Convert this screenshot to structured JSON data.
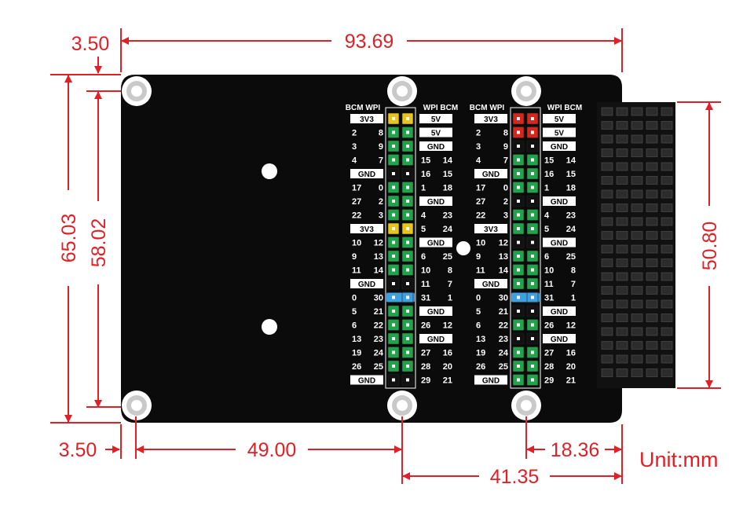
{
  "dimensions": {
    "top_width": "93.69",
    "top_offset": "3.50",
    "height_outer": "65.03",
    "height_inner": "58.02",
    "header_height": "50.80",
    "bottom_offset": "3.50",
    "bottom_49": "49.00",
    "bottom_18": "18.36",
    "bottom_41": "41.35",
    "unit": "Unit:mm"
  },
  "headers": {
    "bcm_wpi": "BCM WPI",
    "wpi_bcm": "WPI BCM"
  },
  "left_rows": [
    {
      "box": "3V3"
    },
    {
      "a": "2",
      "b": "8"
    },
    {
      "a": "3",
      "b": "9"
    },
    {
      "a": "4",
      "b": "7"
    },
    {
      "box": "GND"
    },
    {
      "a": "17",
      "b": "0"
    },
    {
      "a": "27",
      "b": "2"
    },
    {
      "a": "22",
      "b": "3"
    },
    {
      "box": "3V3"
    },
    {
      "a": "10",
      "b": "12"
    },
    {
      "a": "9",
      "b": "13"
    },
    {
      "a": "11",
      "b": "14"
    },
    {
      "box": "GND"
    },
    {
      "a": "0",
      "b": "30"
    },
    {
      "a": "5",
      "b": "21"
    },
    {
      "a": "6",
      "b": "22"
    },
    {
      "a": "13",
      "b": "23"
    },
    {
      "a": "19",
      "b": "24"
    },
    {
      "a": "26",
      "b": "25"
    },
    {
      "box": "GND"
    }
  ],
  "right_rows": [
    {
      "box": "5V"
    },
    {
      "box": "5V"
    },
    {
      "box": "GND"
    },
    {
      "a": "15",
      "b": "14"
    },
    {
      "a": "16",
      "b": "15"
    },
    {
      "a": "1",
      "b": "18"
    },
    {
      "box": "GND"
    },
    {
      "a": "4",
      "b": "23"
    },
    {
      "a": "5",
      "b": "24"
    },
    {
      "box": "GND"
    },
    {
      "a": "6",
      "b": "25"
    },
    {
      "a": "10",
      "b": "8"
    },
    {
      "a": "11",
      "b": "7"
    },
    {
      "a": "31",
      "b": "1"
    },
    {
      "box": "GND"
    },
    {
      "a": "26",
      "b": "12"
    },
    {
      "box": "GND"
    },
    {
      "a": "27",
      "b": "16"
    },
    {
      "a": "28",
      "b": "20"
    },
    {
      "a": "29",
      "b": "21"
    }
  ],
  "colors": {
    "dimension": "#e31e24",
    "board": "#0b0b0b",
    "pin_green": "#22a24a",
    "pin_yellow": "#e8c41c",
    "pin_red": "#d8261e",
    "pin_blue": "#3ea0de",
    "pin_black": "#111111"
  },
  "pin_colors_left": [
    "yellow",
    "green",
    "green",
    "green",
    "black",
    "green",
    "green",
    "green",
    "yellow",
    "green",
    "green",
    "green",
    "black",
    "blue",
    "green",
    "green",
    "green",
    "green",
    "green",
    "black"
  ],
  "pin_colors_right": [
    "red",
    "red",
    "black",
    "green",
    "green",
    "green",
    "black",
    "green",
    "green",
    "black",
    "green",
    "green",
    "green",
    "blue",
    "black",
    "green",
    "black",
    "green",
    "green",
    "green"
  ]
}
